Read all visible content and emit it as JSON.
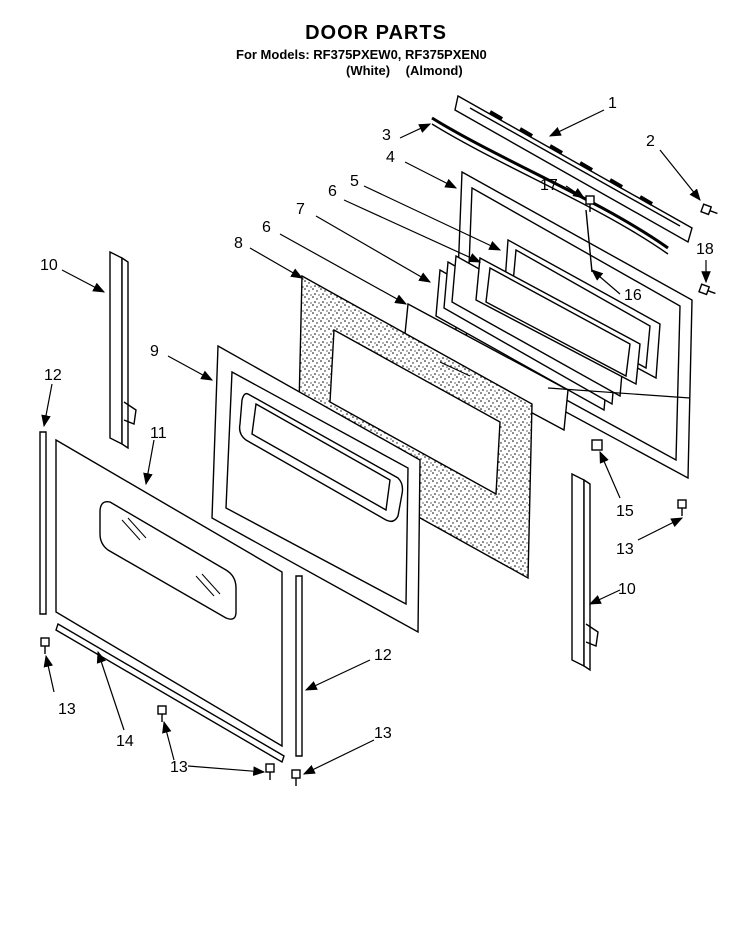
{
  "title": "DOOR PARTS",
  "subtitle": "For Models: RF375PXEW0, RF375PXEN0",
  "subtitle_variants": "(White) (Almond)",
  "callouts": [
    {
      "id": "c1",
      "text": "1"
    },
    {
      "id": "c2",
      "text": "2"
    },
    {
      "id": "c3",
      "text": "3"
    },
    {
      "id": "c4",
      "text": "4"
    },
    {
      "id": "c5",
      "text": "5"
    },
    {
      "id": "c6a",
      "text": "6"
    },
    {
      "id": "c6b",
      "text": "6"
    },
    {
      "id": "c7",
      "text": "7"
    },
    {
      "id": "c8",
      "text": "8"
    },
    {
      "id": "c9",
      "text": "9"
    },
    {
      "id": "c10a",
      "text": "10"
    },
    {
      "id": "c10b",
      "text": "10"
    },
    {
      "id": "c11",
      "text": "11"
    },
    {
      "id": "c12a",
      "text": "12"
    },
    {
      "id": "c12b",
      "text": "12"
    },
    {
      "id": "c13a",
      "text": "13"
    },
    {
      "id": "c13b",
      "text": "13"
    },
    {
      "id": "c13c",
      "text": "13"
    },
    {
      "id": "c13d",
      "text": "13"
    },
    {
      "id": "c14",
      "text": "14"
    },
    {
      "id": "c15",
      "text": "15"
    },
    {
      "id": "c16",
      "text": "16"
    },
    {
      "id": "c17",
      "text": "17"
    },
    {
      "id": "c18",
      "text": "18"
    }
  ]
}
